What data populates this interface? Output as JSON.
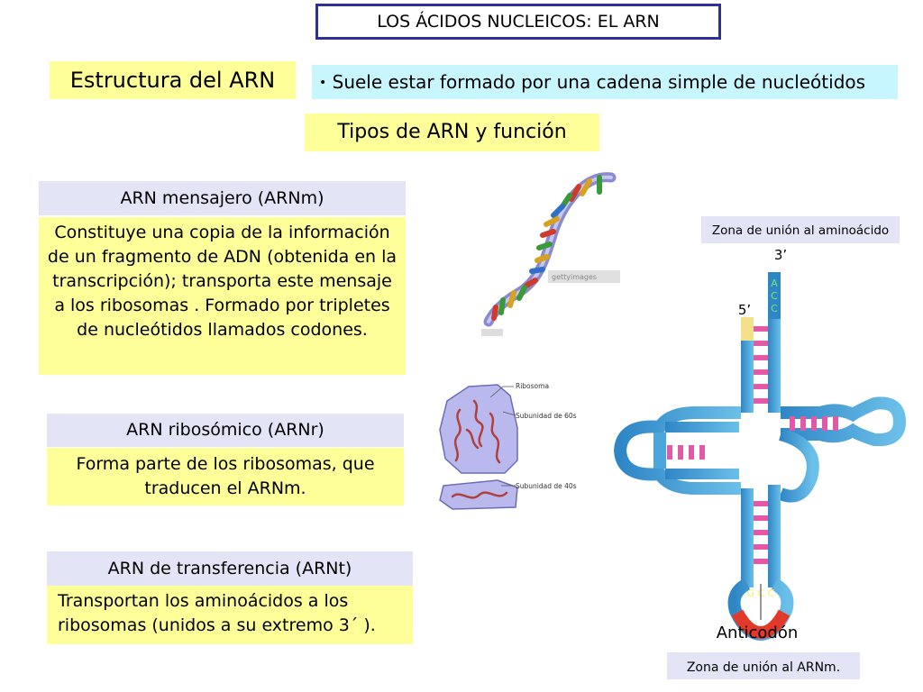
{
  "slide": {
    "title": "LOS ÁCIDOS NUCLEICOS: EL ARN",
    "structure_heading": "Estructura del ARN",
    "structure_bullet": "Suele estar formado por una cadena simple de nucleótidos",
    "types_heading": "Tipos de ARN y función"
  },
  "arnm": {
    "title": "ARN mensajero (ARNm)",
    "description": "Constituye una copia de la información de un fragmento de ADN (obtenida en la transcripción); transporta este mensaje a los ribosomas . Formado por tripletes de nucleótidos llamados codones."
  },
  "arnr": {
    "title": "ARN ribosómico (ARNr)",
    "description": "Forma parte de los ribosomas, que traducen el ARNm."
  },
  "arnt": {
    "title": "ARN de transferencia (ARNt)",
    "description": "Transportan los aminoácidos a los ribosomas (unidos a su extremo 3´ )."
  },
  "ribosome_figure": {
    "label_ribosome": "Ribosoma",
    "label_60s": "Subunidad de 60s",
    "label_40s": "Subunidad de 40s"
  },
  "trna_figure": {
    "amino_zone_label": "Zona de unión al aminoácido",
    "end_3": "3’",
    "end_5": "5’",
    "acc_a": "A",
    "acc_c1": "C",
    "acc_c2": "C",
    "anticodon_seq": "G C C",
    "anticodon_label": "Anticodón",
    "mrna_zone_label": "Zona de unión al ARNm."
  },
  "helix_watermark": "gettyimages"
}
